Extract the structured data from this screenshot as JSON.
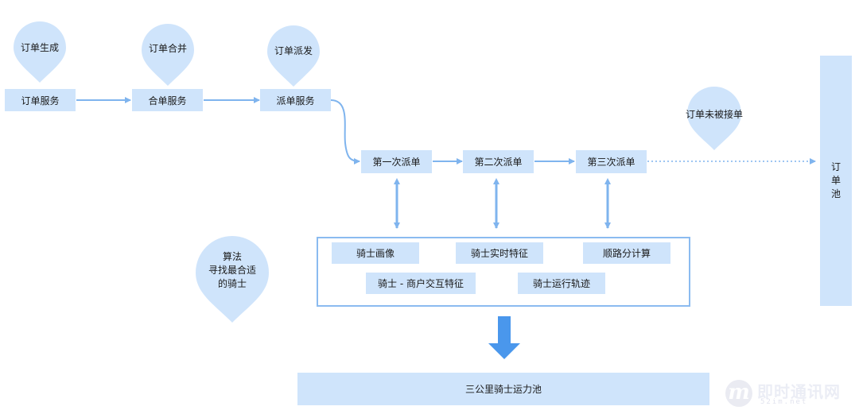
{
  "pins": {
    "order_gen": "订单生成",
    "order_merge": "订单合并",
    "order_dispatch": "订单派发",
    "order_unaccepted": "订单未被接单",
    "algorithm": "算法\n寻找最合适\n的骑士"
  },
  "services": {
    "order_service": "订单服务",
    "merge_service": "合单服务",
    "dispatch_service": "派单服务"
  },
  "dispatch_rounds": {
    "first": "第一次派单",
    "second": "第二次派单",
    "third": "第三次派单"
  },
  "order_pool": [
    "订",
    "单",
    "池"
  ],
  "features": {
    "rider_portrait": "骑士画像",
    "rider_realtime": "骑士实时特征",
    "route_calc": "顺路分计算",
    "rider_merchant": "骑士 - 商户交互特征",
    "rider_track": "骑士运行轨迹"
  },
  "rider_pool": "三公里骑士运力池",
  "watermark": {
    "mark": "m",
    "title": "即时通讯网",
    "sub": "52im.net"
  },
  "colors": {
    "box_fill": "#cfe4fb",
    "pin_fill": "#cfe4fb",
    "arrow": "#7fb4ee",
    "frame": "#8bbbf0"
  }
}
